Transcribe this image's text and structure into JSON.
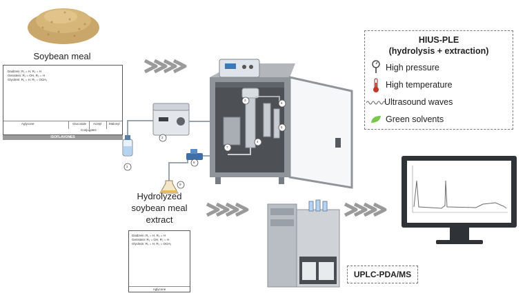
{
  "labels": {
    "soybean_meal": "Soybean meal",
    "extract_line1": "Hydrolyzed",
    "extract_line2": "soybean meal",
    "extract_line3": "extract",
    "uplc": "UPLC-PDA/MS"
  },
  "legend": {
    "title_line1": "HIUS-PLE",
    "title_line2": "(hydrolysis + extraction)",
    "items": [
      {
        "label": "High pressure",
        "icon": "pressure-gauge-icon"
      },
      {
        "label": "High temperature",
        "icon": "thermometer-icon"
      },
      {
        "label": "Ultrasound waves",
        "icon": "ultrasound-wave-icon"
      },
      {
        "label": "Green solvents",
        "icon": "leaf-icon"
      }
    ]
  },
  "isoflavone_table": {
    "columns": [
      "Aglycone",
      "Glucoside",
      "Acetyl",
      "Malonyl"
    ],
    "group_label": "Conjugates",
    "footer": "ISOFLAVONES",
    "legend_lines": [
      "Daidzein: R₁ = H, R₂ = H",
      "Genistein: R₁ = OH, R₂ = H",
      "Glycitein: R₁ = H, R₂ = OCH₃"
    ]
  },
  "aglycone_box": {
    "legend_lines": [
      "Daidzein: R₁ = H, R₂ = H",
      "Genistein: R₁ = OH, R₂ = H",
      "Glycitein: R₁ = H, R₂ = OCH₃"
    ],
    "footer": "Aglycone"
  },
  "numbers": [
    "1",
    "2",
    "3",
    "4",
    "5",
    "6",
    "7",
    "8",
    "9"
  ],
  "colors": {
    "cabinet": "#8f949a",
    "cabinet_inner": "#4d5156",
    "monitor": "#2f3338",
    "soybean": "#c9a66a",
    "leaf": "#7ac74f",
    "thermo": "#c0392b"
  }
}
